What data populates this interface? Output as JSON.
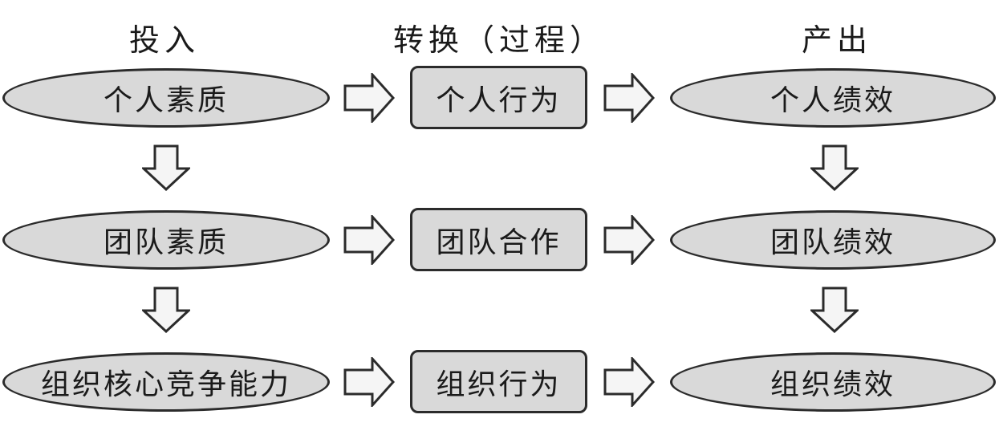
{
  "headers": {
    "input": "投入",
    "transform": "转换（过程）",
    "output": "产出"
  },
  "rows": [
    {
      "input": "个人素质",
      "process": "个人行为",
      "output": "个人绩效"
    },
    {
      "input": "团队素质",
      "process": "团队合作",
      "output": "团队绩效"
    },
    {
      "input": "组织核心竞争能力",
      "process": "组织行为",
      "output": "组织绩效"
    }
  ],
  "colors": {
    "fill": "#d9d9d9",
    "stroke": "#2b2b2b"
  }
}
